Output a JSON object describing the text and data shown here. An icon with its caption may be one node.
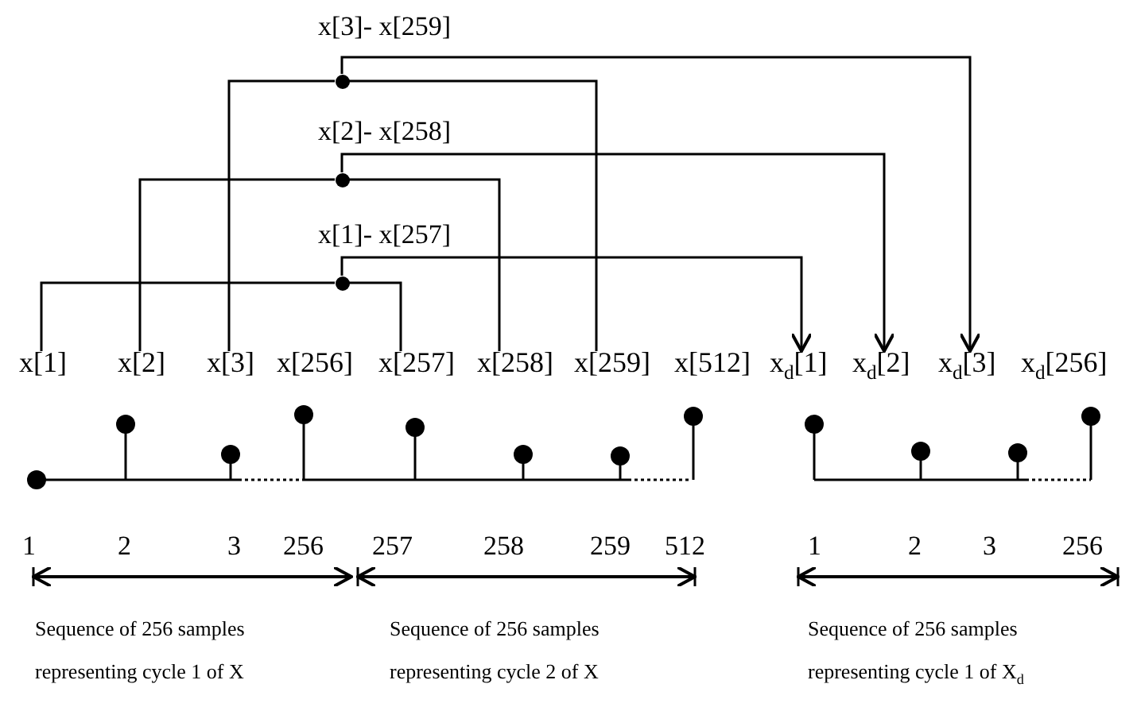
{
  "diagram": {
    "nodes": [
      {
        "text": [],
        "shape": "circle"
      },
      {
        "text": [],
        "shape": "circle"
      },
      {
        "text": [],
        "shape": "circle"
      },
      {
        "text": [
          "x[1]"
        ]
      },
      {
        "text": [
          "x[2]"
        ]
      },
      {
        "text": [
          "x[3]"
        ]
      },
      {
        "text": [
          "x[256]"
        ]
      },
      {
        "text": [
          "x[257]"
        ]
      },
      {
        "text": [
          "x[258]"
        ]
      },
      {
        "text": [
          "x[259]"
        ]
      },
      {
        "text": [
          "x[512]"
        ]
      },
      {
        "text": [
          "x$_{d}$[1]"
        ]
      },
      {
        "text": [
          "x$_{d}$[2]"
        ]
      },
      {
        "text": [
          "x$_{d}$[3]"
        ]
      },
      {
        "text": [
          "x$_{d}$[256]"
        ]
      }
    ],
    "edges": [
      {
        "from": 3,
        "to": 2,
        "arrow": "none"
      },
      {
        "from": 7,
        "to": 2,
        "arrow": "none"
      },
      {
        "from": 2,
        "to": 11,
        "arrow": "to",
        "label": "x[1]- x[257]"
      },
      {
        "from": 4,
        "to": 1,
        "arrow": "none"
      },
      {
        "from": 8,
        "to": 1,
        "arrow": "none"
      },
      {
        "from": 1,
        "to": 12,
        "arrow": "to",
        "label": "x[2]- x[258]"
      },
      {
        "from": 5,
        "to": 0,
        "arrow": "none"
      },
      {
        "from": 9,
        "to": 0,
        "arrow": "none"
      },
      {
        "from": 0,
        "to": 13,
        "arrow": "to",
        "label": "x[3]- x[259]"
      }
    ],
    "labels": [
      "1",
      "2",
      "3",
      "256",
      "257",
      "258",
      "259",
      "512",
      "1",
      "2",
      "3",
      "256",
      "Sequence of 256 samples",
      "Sequence of 256 samples",
      "Sequence of 256 samples",
      "representing cycle 1 of X",
      "representing cycle 2 of X",
      "representing cycle 1 of X$_{d}$"
    ]
  }
}
